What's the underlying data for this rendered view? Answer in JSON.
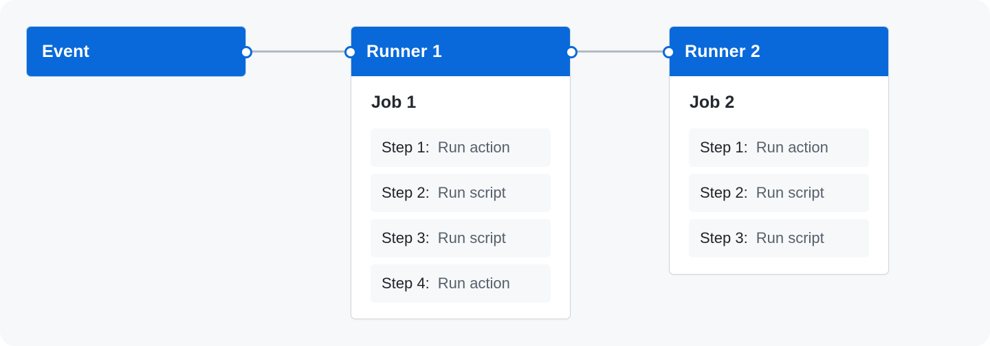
{
  "diagram": {
    "event": {
      "label": "Event"
    },
    "runners": [
      {
        "title": "Runner 1",
        "job": {
          "title": "Job 1",
          "steps": [
            {
              "label": "Step 1:",
              "action": "Run action"
            },
            {
              "label": "Step 2:",
              "action": "Run script"
            },
            {
              "label": "Step 3:",
              "action": "Run script"
            },
            {
              "label": "Step 4:",
              "action": "Run action"
            }
          ]
        }
      },
      {
        "title": "Runner 2",
        "job": {
          "title": "Job 2",
          "steps": [
            {
              "label": "Step 1:",
              "action": "Run action"
            },
            {
              "label": "Step 2:",
              "action": "Run script"
            },
            {
              "label": "Step 3:",
              "action": "Run script"
            }
          ]
        }
      }
    ],
    "edges": [
      {
        "from": "Event",
        "to": "Runner 1"
      },
      {
        "from": "Runner 1",
        "to": "Runner 2"
      }
    ],
    "colors": {
      "node_header": "#0969da",
      "connector": "#afb8c1",
      "step_background": "#f6f8fa",
      "canvas_background": "#f6f8fa"
    }
  }
}
